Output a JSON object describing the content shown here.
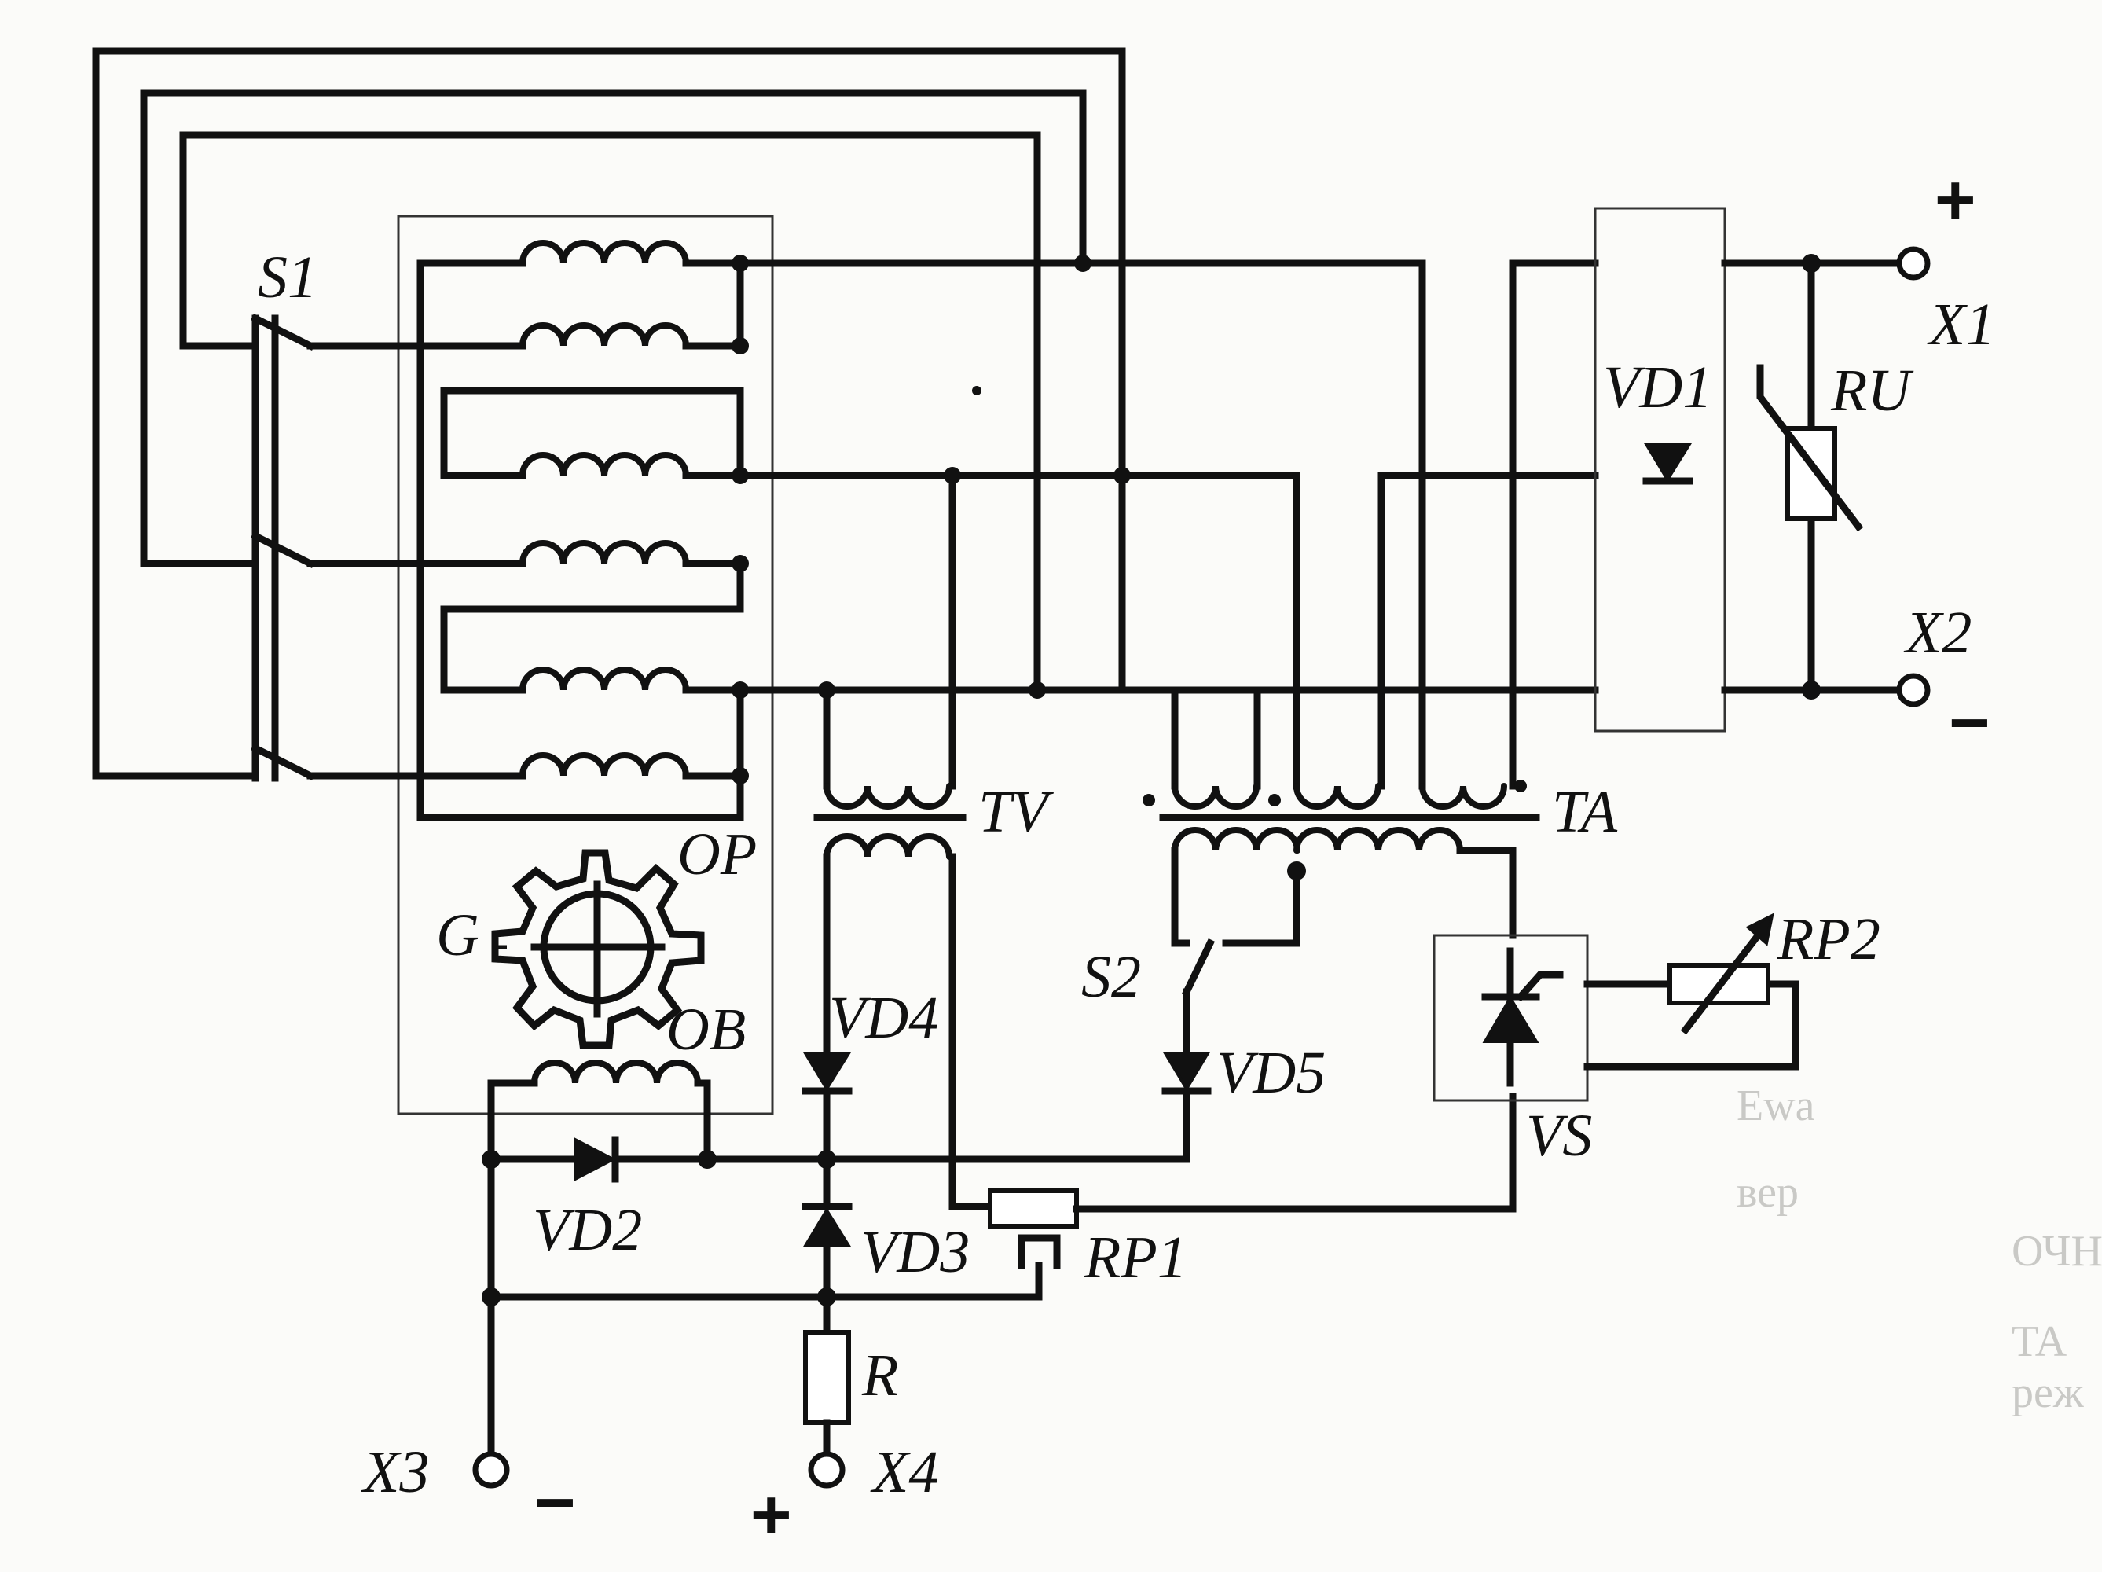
{
  "labels": {
    "S1": "S1",
    "X1": "X1",
    "X2": "X2",
    "X3": "X3",
    "X4": "X4",
    "VD1": "VD1",
    "VD2": "VD2",
    "VD3": "VD3",
    "VD4": "VD4",
    "VD5": "VD5",
    "RU": "RU",
    "TV": "TV",
    "TA": "TA",
    "OP": "OP",
    "OB": "OB",
    "G": "G",
    "S2": "S2",
    "RP1": "RP1",
    "RP2": "RP2",
    "VS": "VS",
    "R": "R"
  },
  "polarity": {
    "x1": "+",
    "x2": "−",
    "x3": "−",
    "x4": "+"
  },
  "background_text": {
    "line1": "Ewa",
    "line2": "вер",
    "line3": "ОЧН",
    "line4": "TA",
    "line5": "реж"
  }
}
